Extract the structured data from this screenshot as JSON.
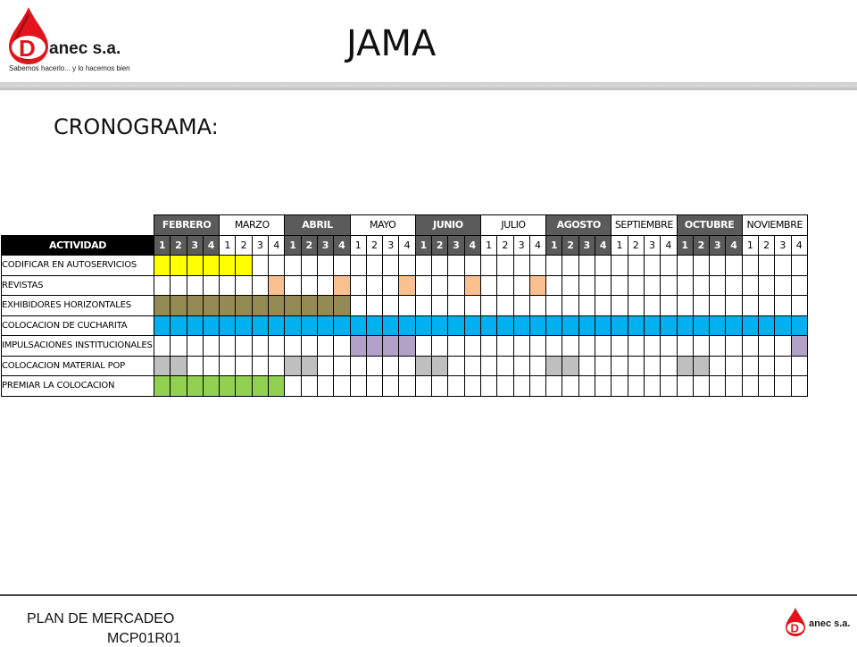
{
  "header": {
    "company_name": "anec s.a.",
    "slogan": "Sabemos hacerlo... y lo hacemos bien",
    "title": "JAMA"
  },
  "subtitle": "CRONOGRAMA:",
  "schedule": {
    "activity_header": "ACTIVIDAD",
    "months": [
      {
        "name": "FEBRERO",
        "bold": true,
        "color": "#5b5b5b"
      },
      {
        "name": "MARZO",
        "bold": false,
        "color": "#ffffff"
      },
      {
        "name": "ABRIL",
        "bold": true,
        "color": "#5b5b5b"
      },
      {
        "name": "MAYO",
        "bold": false,
        "color": "#ffffff"
      },
      {
        "name": "JUNIO",
        "bold": true,
        "color": "#5b5b5b"
      },
      {
        "name": "JULIO",
        "bold": false,
        "color": "#ffffff"
      },
      {
        "name": "AGOSTO",
        "bold": true,
        "color": "#5b5b5b"
      },
      {
        "name": "SEPTIEMBRE",
        "bold": false,
        "color": "#ffffff"
      },
      {
        "name": "OCTUBRE",
        "bold": true,
        "color": "#5b5b5b"
      },
      {
        "name": "NOVIEMBRE",
        "bold": false,
        "color": "#ffffff"
      }
    ],
    "weeks": [
      "1",
      "2",
      "3",
      "4"
    ],
    "bold_week_bg": "#5b5b5b",
    "activities": [
      {
        "name": "CODIFICAR EN AUTOSERVICIOS",
        "color": "#ffff00",
        "weeks": [
          0,
          1,
          2,
          3,
          4,
          5
        ]
      },
      {
        "name": "REVISTAS",
        "color": "#fac090",
        "weeks": [
          7,
          11,
          15,
          19,
          23
        ]
      },
      {
        "name": "EXHIBIDORES HORIZONTALES",
        "color": "#948a54",
        "weeks": [
          0,
          1,
          2,
          3,
          4,
          5,
          6,
          7,
          8,
          9,
          10,
          11
        ]
      },
      {
        "name": "COLOCACION DE CUCHARITA",
        "color": "#00b0f0",
        "weeks": [
          0,
          1,
          2,
          3,
          4,
          5,
          6,
          7,
          8,
          9,
          10,
          11,
          12,
          13,
          14,
          15,
          16,
          17,
          18,
          19,
          20,
          21,
          22,
          23,
          24,
          25,
          26,
          27,
          28,
          29,
          30,
          31,
          32,
          33,
          34,
          35,
          36,
          37,
          38,
          39
        ]
      },
      {
        "name": "IMPULSACIONES INSTITUCIONALES",
        "color": "#b3a2c7",
        "weeks": [
          12,
          13,
          14,
          15,
          39
        ]
      },
      {
        "name": "COLOCACION MATERIAL POP",
        "color": "#bfbfbf",
        "weeks": [
          0,
          1,
          8,
          9,
          16,
          17,
          24,
          25,
          32,
          33
        ]
      },
      {
        "name": "PREMIAR LA COLOCACION",
        "color": "#92d050",
        "weeks": [
          0,
          1,
          2,
          3,
          4,
          5,
          6,
          7
        ]
      }
    ]
  },
  "footer": {
    "text": "PLAN DE MERCADEO",
    "code": "MCP01R01",
    "company_name": "anec s.a."
  },
  "colors": {
    "brand_red": "#e3141b",
    "brand_dark_red": "#a80d12"
  }
}
